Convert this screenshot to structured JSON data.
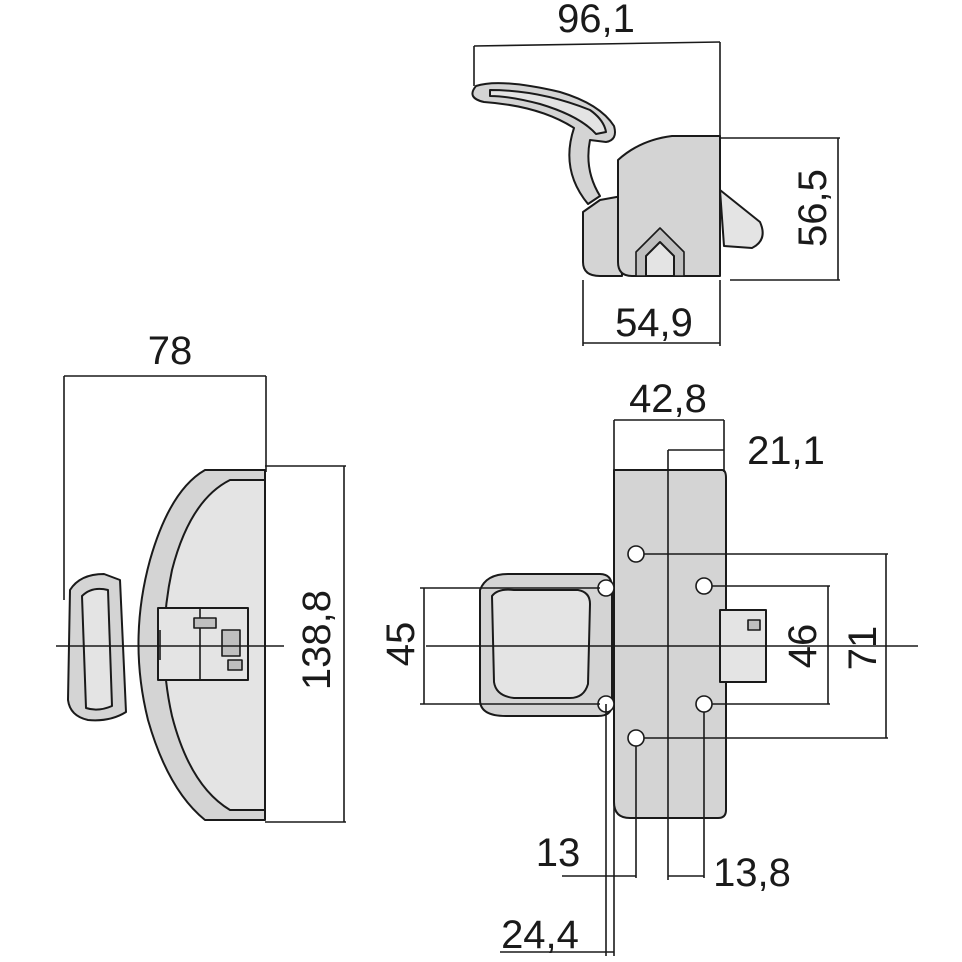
{
  "dimensions": {
    "top_width": "96,1",
    "top_height": "56,5",
    "top_base": "54,9",
    "side_width": "78",
    "side_height": "138,8",
    "front_width": "42,8",
    "front_half": "21,1",
    "front_handle": "45",
    "front_holes_inner": "46",
    "front_holes_outer": "71",
    "front_offset_a": "13",
    "front_offset_b": "13,8",
    "front_offset_c": "24,4"
  },
  "colors": {
    "part_fill": "#d4d4d4",
    "line": "#1a1a1a"
  }
}
